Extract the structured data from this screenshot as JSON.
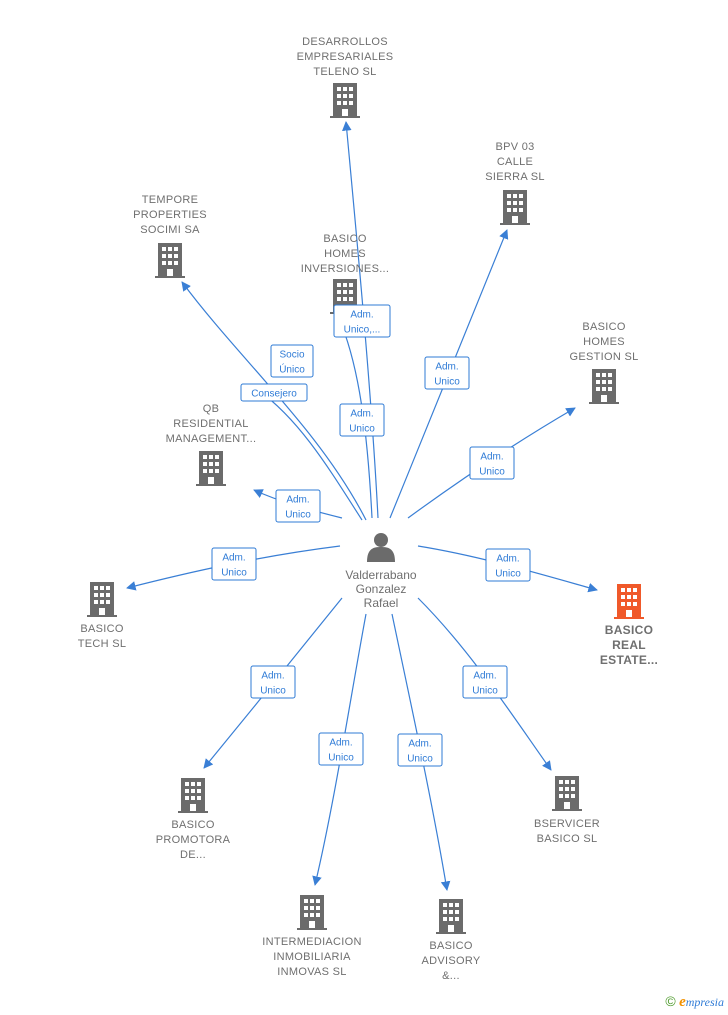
{
  "colors": {
    "edge": "#3a7fd5",
    "company": "#6b6b6b",
    "highlight": "#f0592a",
    "person": "#6b6b6b"
  },
  "person": {
    "icon": "person-icon",
    "lines": [
      "Valderrabano",
      "Gonzalez",
      "Rafael"
    ]
  },
  "companies": [
    {
      "id": "desarrollos",
      "icon": "building-icon",
      "highlight": false,
      "lines": [
        "DESARROLLOS",
        "EMPRESARIALES",
        "TELENO SL"
      ]
    },
    {
      "id": "bpv03",
      "icon": "building-icon",
      "highlight": false,
      "lines": [
        "BPV 03",
        "CALLE",
        "SIERRA  SL"
      ]
    },
    {
      "id": "tempore",
      "icon": "building-icon",
      "highlight": false,
      "lines": [
        "TEMPORE",
        "PROPERTIES",
        "SOCIMI SA"
      ]
    },
    {
      "id": "basico_homes_inv",
      "icon": "building-icon",
      "highlight": false,
      "lines": [
        "BASICO",
        "HOMES",
        "INVERSIONES..."
      ]
    },
    {
      "id": "basico_homes_gestion",
      "icon": "building-icon",
      "highlight": false,
      "lines": [
        "BASICO",
        "HOMES",
        "GESTION SL"
      ]
    },
    {
      "id": "qb_residential",
      "icon": "building-icon",
      "highlight": false,
      "lines": [
        "QB",
        "RESIDENTIAL",
        "MANAGEMENT..."
      ]
    },
    {
      "id": "basico_tech",
      "icon": "building-icon",
      "highlight": false,
      "lines": [
        "BASICO",
        "TECH  SL"
      ]
    },
    {
      "id": "basico_real_estate",
      "icon": "building-icon",
      "highlight": true,
      "lines": [
        "BASICO",
        "REAL",
        "ESTATE..."
      ]
    },
    {
      "id": "basico_promotora",
      "icon": "building-icon",
      "highlight": false,
      "lines": [
        "BASICO",
        "PROMOTORA",
        "DE..."
      ]
    },
    {
      "id": "bservicer",
      "icon": "building-icon",
      "highlight": false,
      "lines": [
        "BSERVICER",
        "BASICO  SL"
      ]
    },
    {
      "id": "intermediacion",
      "icon": "building-icon",
      "highlight": false,
      "lines": [
        "INTERMEDIACION",
        "INMOBILIARIA",
        "INMOVAS  SL"
      ]
    },
    {
      "id": "basico_advisory",
      "icon": "building-icon",
      "highlight": false,
      "lines": [
        "BASICO",
        "ADVISORY",
        "&..."
      ]
    }
  ],
  "edges": [
    {
      "to": "desarrollos",
      "lines": [
        "Adm.",
        "Unico"
      ]
    },
    {
      "to": "bpv03",
      "lines": [
        "Adm.",
        "Unico"
      ]
    },
    {
      "to": "basico_homes_inv",
      "lines": [
        "Adm.",
        "Unico,..."
      ]
    },
    {
      "to": "tempore",
      "lines": [
        "Socio",
        "Único"
      ]
    },
    {
      "to": "tempore",
      "lines": [
        "Consejero"
      ]
    },
    {
      "to": "basico_homes_gestion",
      "lines": [
        "Adm.",
        "Unico"
      ]
    },
    {
      "to": "qb_residential",
      "lines": [
        "Adm.",
        "Unico"
      ]
    },
    {
      "to": "basico_tech",
      "lines": [
        "Adm.",
        "Unico"
      ]
    },
    {
      "to": "basico_real_estate",
      "lines": [
        "Adm.",
        "Unico"
      ]
    },
    {
      "to": "basico_promotora",
      "lines": [
        "Adm.",
        "Unico"
      ]
    },
    {
      "to": "bservicer",
      "lines": [
        "Adm.",
        "Unico"
      ]
    },
    {
      "to": "intermediacion",
      "lines": [
        "Adm.",
        "Unico"
      ]
    },
    {
      "to": "basico_advisory",
      "lines": [
        "Adm.",
        "Unico"
      ]
    }
  ],
  "footer": {
    "copyright": "©",
    "brand_initial": "e",
    "brand_rest": "mpresia"
  }
}
